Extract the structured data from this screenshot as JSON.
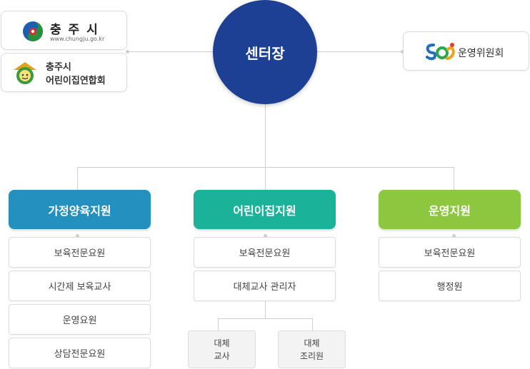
{
  "center": {
    "label": "센터장"
  },
  "left_orgs": {
    "chungju": {
      "name": "충 주 시",
      "url": "www.chungju.go.kr"
    },
    "association": {
      "line1": "충주시",
      "line2": "어린이집연합회"
    }
  },
  "right_org": {
    "name": "운영위원회"
  },
  "departments": [
    {
      "name": "가정양육지원",
      "color": "#2390c0",
      "roles": [
        "보육전문요원",
        "시간제 보육교사",
        "운영요원",
        "상담전문요원"
      ]
    },
    {
      "name": "어린이집지원",
      "color": "#1ab39a",
      "roles": [
        "보육전문요원",
        "대체교사 관리자"
      ]
    },
    {
      "name": "운영지원",
      "color": "#8dc63f",
      "roles": [
        "보육전문요원",
        "행정원"
      ]
    }
  ],
  "substitutes": [
    {
      "line1": "대체",
      "line2": "교사"
    },
    {
      "line1": "대체",
      "line2": "조리원"
    }
  ],
  "colors": {
    "center": "#1d3f94",
    "line": "#d0d0d0"
  }
}
